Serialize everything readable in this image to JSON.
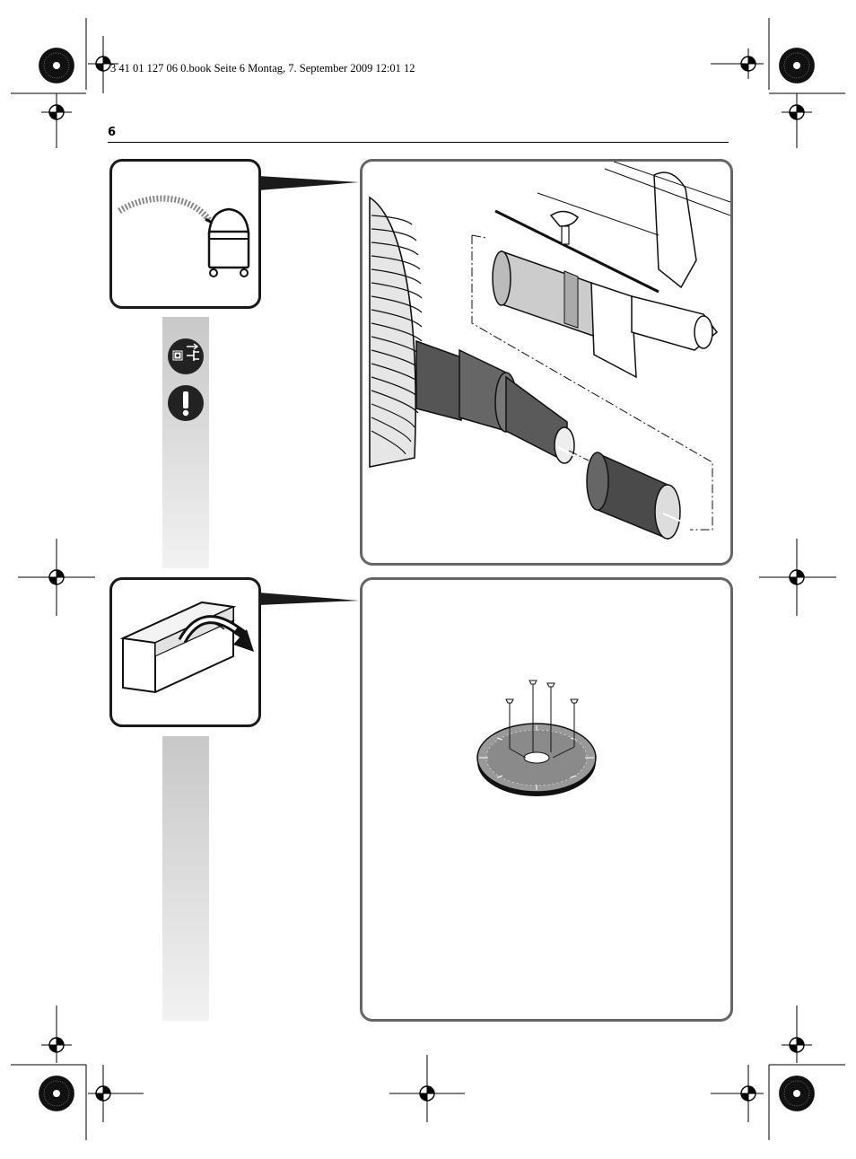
{
  "header": {
    "file_info": "3 41 01 127 06 0.book  Seite 6  Montag, 7. September 2009  12:01 12",
    "page_number": "6"
  },
  "panels": [
    {
      "id": "step1-hint",
      "icon": "vacuum-cleaner-icon"
    },
    {
      "id": "step1-main",
      "content": "dust-extraction-hose-adapter-illustration"
    },
    {
      "id": "step2-hint",
      "icon": "open-box-icon"
    },
    {
      "id": "step2-main",
      "content": "saw-blade-with-screws-illustration"
    }
  ],
  "sidebar_icons": [
    "unplug-power-icon",
    "warning-exclamation-icon"
  ],
  "colors": {
    "outline": "#1a1a1a",
    "panel_border_gray": "#666666",
    "bar_top": "#c8c8c8",
    "bar_bottom": "#f2f2f2"
  }
}
